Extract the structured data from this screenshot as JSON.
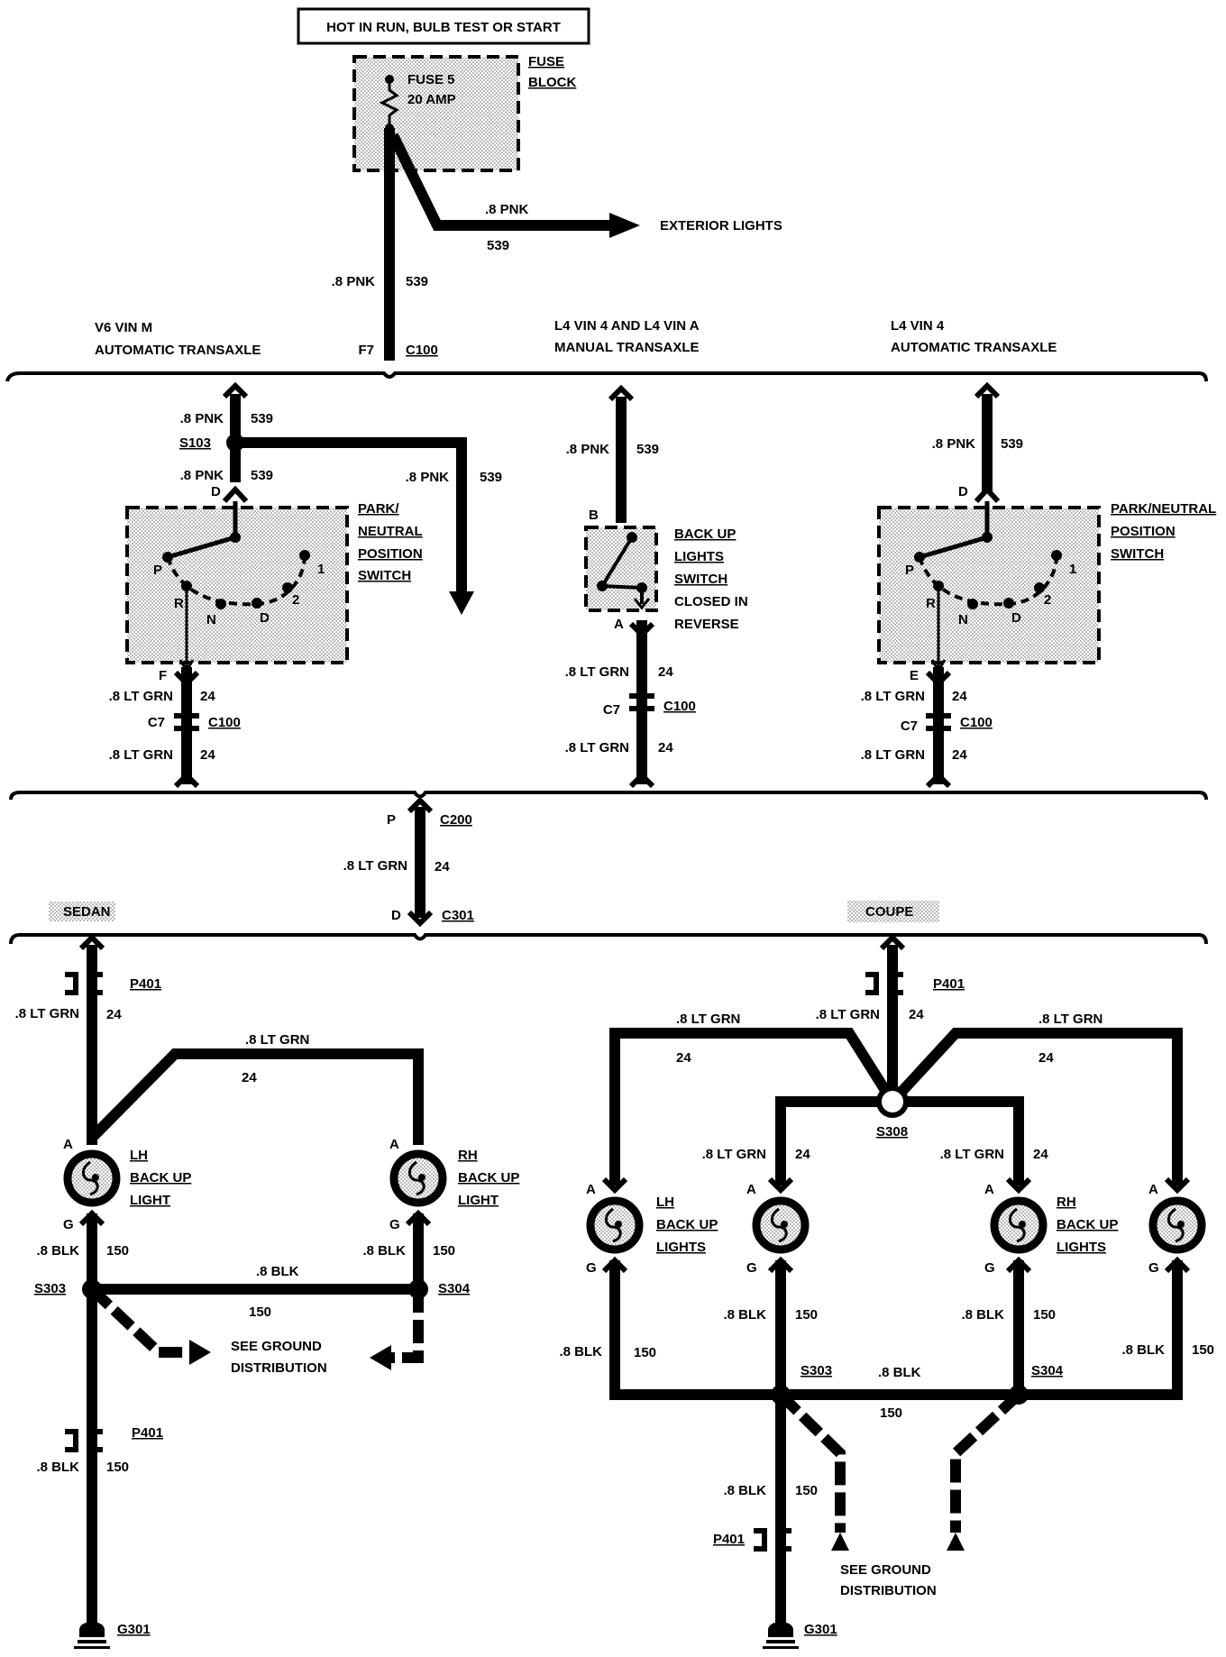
{
  "power": {
    "title": "HOT IN RUN, BULB TEST OR START"
  },
  "fuse": {
    "name": "FUSE 5",
    "rating": "20 AMP",
    "block_1": "FUSE",
    "block_2": "BLOCK"
  },
  "feed": {
    "branch_wire": ".8 PNK",
    "branch_circuit": "539",
    "branch_dest": "EXTERIOR LIGHTS",
    "wire": ".8 PNK",
    "circuit": "539",
    "pin": "F7",
    "connector": "C100"
  },
  "sections": {
    "v6": {
      "line1": "V6 VIN M",
      "line2": "AUTOMATIC TRANSAXLE"
    },
    "l4_manual": {
      "line1": "L4 VIN 4 AND L4 VIN A",
      "line2": "MANUAL TRANSAXLE"
    },
    "l4_auto": {
      "line1": "L4 VIN 4",
      "line2": "AUTOMATIC TRANSAXLE"
    }
  },
  "v6": {
    "wire_in": ".8 PNK",
    "circuit_in": "539",
    "splice": "S103",
    "wire_sw": ".8 PNK",
    "circuit_sw": "539",
    "wire_out": ".8 PNK",
    "circuit_out": "539",
    "pin_in": "D",
    "pin_out": "F",
    "switch": [
      "PARK/",
      "NEUTRAL",
      "POSITION",
      "SWITCH"
    ],
    "positions": [
      "P",
      "R",
      "N",
      "D",
      "2",
      "1"
    ],
    "wire_a": ".8 LT GRN",
    "circuit_a": "24",
    "conn_pin": "C7",
    "connector": "C100",
    "wire_b": ".8 LT GRN",
    "circuit_b": "24"
  },
  "manual": {
    "wire_in": ".8 PNK",
    "circuit_in": "539",
    "pin_in": "B",
    "pin_out": "A",
    "switch": [
      "BACK UP",
      "LIGHTS",
      "SWITCH",
      "CLOSED IN",
      "REVERSE"
    ],
    "wire_a": ".8 LT GRN",
    "circuit_a": "24",
    "conn_pin": "C7",
    "connector": "C100",
    "wire_b": ".8 LT GRN",
    "circuit_b": "24"
  },
  "l4auto": {
    "wire_in": ".8 PNK",
    "circuit_in": "539",
    "pin_in": "D",
    "pin_out": "E",
    "switch": [
      "PARK/NEUTRAL",
      "POSITION",
      "SWITCH"
    ],
    "positions": [
      "P",
      "R",
      "N",
      "D",
      "2",
      "1"
    ],
    "wire_a": ".8 LT GRN",
    "circuit_a": "24",
    "conn_pin": "C7",
    "connector": "C100",
    "wire_b": ".8 LT GRN",
    "circuit_b": "24"
  },
  "body_feed": {
    "pin_top": "P",
    "conn_top": "C200",
    "wire": ".8 LT GRN",
    "circuit": "24",
    "pin_bot": "D",
    "conn_bot": "C301"
  },
  "sedan": {
    "label": "SEDAN",
    "conn": "P401",
    "wire": ".8 LT GRN",
    "circuit": "24",
    "jumper_wire": ".8 LT GRN",
    "jumper_circuit": "24",
    "lh": [
      "LH",
      "BACK UP",
      "LIGHT"
    ],
    "rh": [
      "RH",
      "BACK UP",
      "LIGHT"
    ],
    "pin_a": "A",
    "pin_g": "G",
    "gnd_wire": ".8 BLK",
    "gnd_circuit": "150",
    "splice_l": "S303",
    "splice_r": "S304",
    "see_ground_1": "SEE GROUND",
    "see_ground_2": "DISTRIBUTION",
    "conn2": "P401",
    "ground": "G301"
  },
  "coupe": {
    "label": "COUPE",
    "conn": "P401",
    "wire": ".8 LT GRN",
    "circuit": "24",
    "splice": "S308",
    "lh": [
      "LH",
      "BACK UP",
      "LIGHTS"
    ],
    "rh": [
      "RH",
      "BACK UP",
      "LIGHTS"
    ],
    "pin_a": "A",
    "pin_g": "G",
    "gnd_wire": ".8 BLK",
    "gnd_circuit": "150",
    "splice_l": "S303",
    "splice_r": "S304",
    "see_ground_1": "SEE GROUND",
    "see_ground_2": "DISTRIBUTION",
    "conn2": "P401",
    "ground": "G301"
  }
}
